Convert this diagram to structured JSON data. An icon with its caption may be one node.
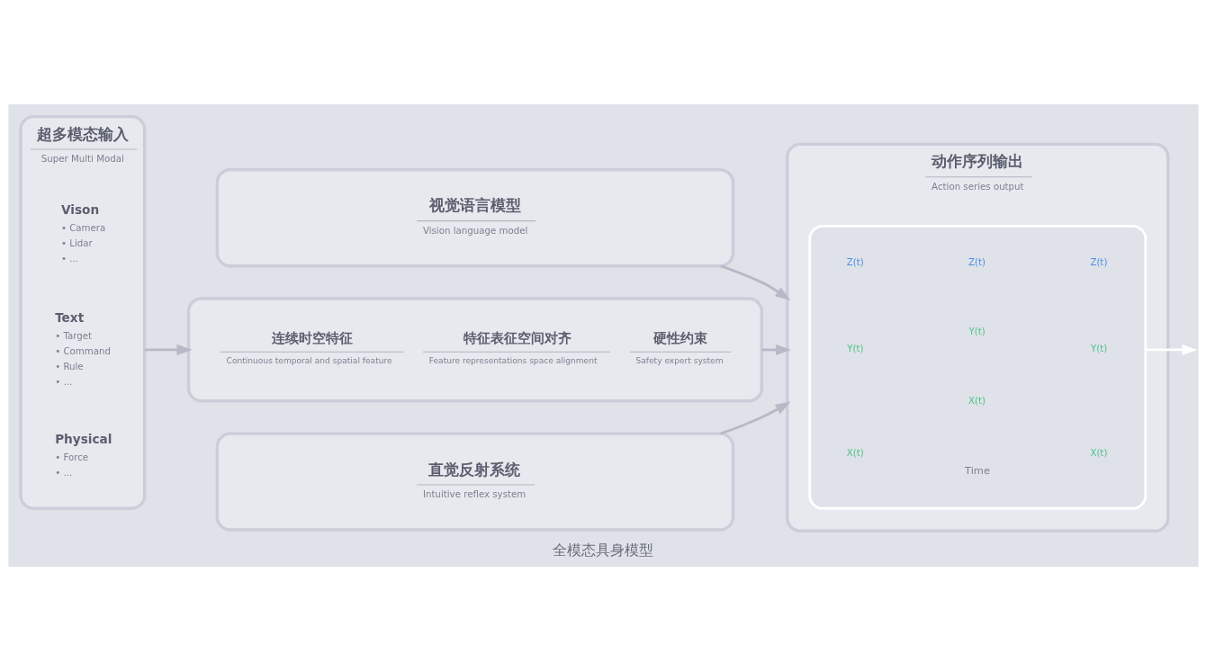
{
  "diagram": {
    "caption": "全模态具身模型",
    "nodes": [
      {
        "text": [
          "超多模态输入",
          "Super Multi Modal"
        ]
      },
      {
        "text": [
          "Vison",
          "• Camera",
          "• Lidar",
          "• ..."
        ],
        "in": 0
      },
      {
        "text": [
          "Text",
          "• Target",
          "• Command",
          "• Rule",
          "• ..."
        ],
        "in": 0
      },
      {
        "text": [
          "Physical",
          "• Force",
          "• ..."
        ],
        "in": 0
      },
      {
        "text": [
          "视觉语言模型",
          "Vision language model"
        ]
      },
      {
        "text": [
          "连续时空特征",
          "Continuous temporal and spatial feature",
          "特征表征空间对齐",
          "Feature representations space alignment",
          "硬性约束",
          "Safety expert system"
        ]
      },
      {
        "text": [
          "直觉反射系统",
          "Intuitive reflex system"
        ]
      },
      {
        "text": [
          "动作序列输出",
          "Action series output"
        ]
      },
      {
        "text": [],
        "shape": "box",
        "in": 7
      }
    ],
    "edges": [
      {
        "from": 0,
        "to": 5,
        "arrow": "to"
      },
      {
        "from": 4,
        "to": 7,
        "arrow": "to"
      },
      {
        "from": 5,
        "to": 7,
        "arrow": "to"
      },
      {
        "from": 6,
        "to": 7,
        "arrow": "to"
      },
      {
        "from": 8,
        "to": null,
        "arrow": "to",
        "color": "#ffffff"
      }
    ],
    "labels": [
      "Z(t)",
      "Y(t)",
      "X(t)",
      "Z(t)",
      "Y(t)",
      "X(t)",
      "Z(t)",
      "Y(t)",
      "X(t)",
      "Time"
    ]
  }
}
